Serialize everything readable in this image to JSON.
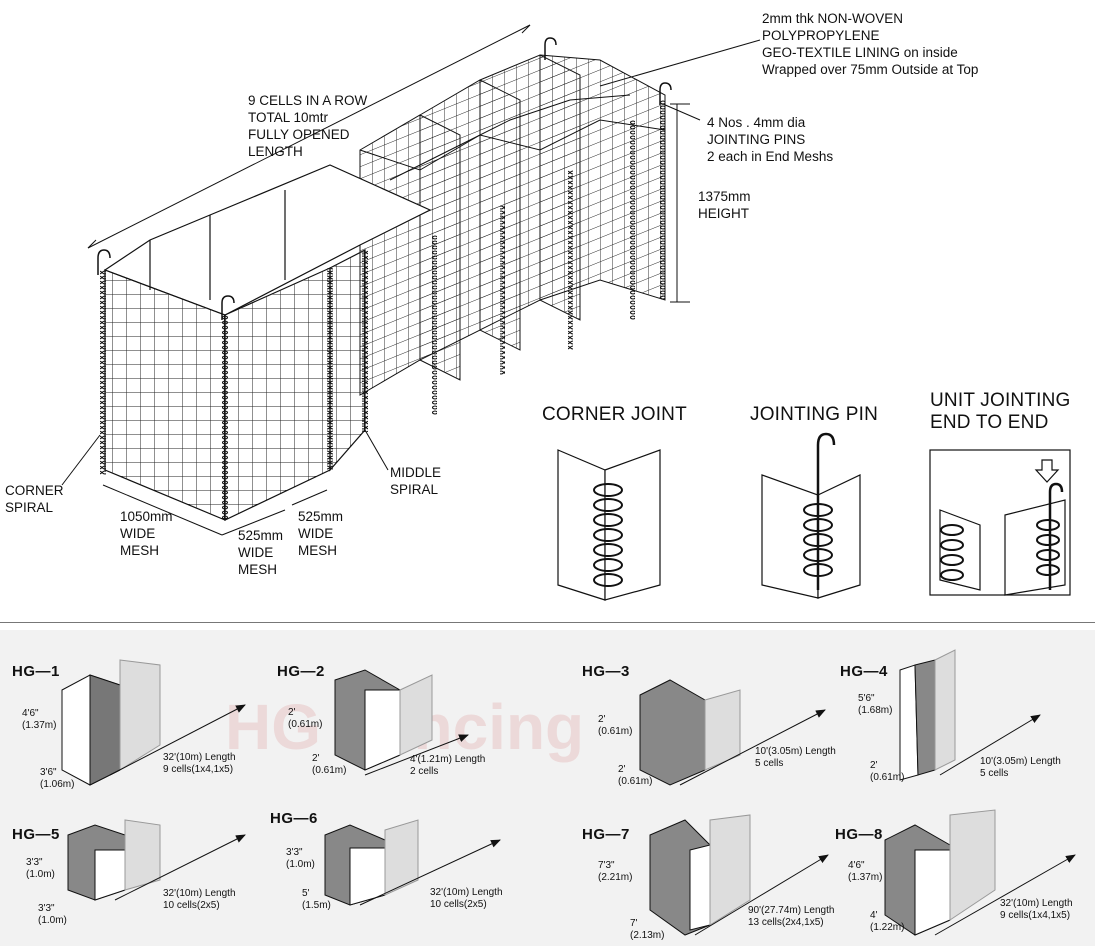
{
  "top": {
    "geotextile_note": "2mm thk NON-WOVEN\nPOLYPROPYLENE\nGEO-TEXTILE LINING on inside\nWrapped over 75mm Outside at Top",
    "cells_note": "9 CELLS IN A ROW\nTOTAL 10mtr\nFULLY OPENED\nLENGTH",
    "pins_note": "4 Nos . 4mm dia\nJOINTING PINS\n2 each in End Meshs",
    "height_note": "1375mm\nHEIGHT",
    "corner_spiral": "CORNER\nSPIRAL",
    "middle_spiral": "MIDDLE\nSPIRAL",
    "wide_mesh_1050": "1050mm\nWIDE\nMESH",
    "wide_mesh_525_a": "525mm\nWIDE\nMESH",
    "wide_mesh_525_b": "525mm\nWIDE\nMESH",
    "detail_corner": "CORNER JOINT",
    "detail_pin": "JOINTING PIN",
    "detail_unit": "UNIT JOINTING\nEND TO END"
  },
  "units": [
    {
      "code": "HG—1",
      "height": "4'6\"\n(1.37m)",
      "width": "3'6\"\n(1.06m)",
      "length": "32'(10m) Length\n9 cells(1x4,1x5)"
    },
    {
      "code": "HG—2",
      "height": "2'\n(0.61m)",
      "width": "2'\n(0.61m)",
      "length": "4'(1.21m) Length\n2 cells"
    },
    {
      "code": "HG—3",
      "height": "2'\n(0.61m)",
      "width": "2'\n(0.61m)",
      "length": "10'(3.05m) Length\n5 cells"
    },
    {
      "code": "HG—4",
      "height": "5'6\"\n(1.68m)",
      "width": "2'\n(0.61m)",
      "length": "10'(3.05m) Length\n5 cells"
    },
    {
      "code": "HG—5",
      "height": "3'3\"\n(1.0m)",
      "width": "3'3\"\n(1.0m)",
      "length": "32'(10m) Length\n10 cells(2x5)"
    },
    {
      "code": "HG—6",
      "height": "3'3\"\n(1.0m)",
      "width": "5'\n(1.5m)",
      "length": "32'(10m) Length\n10 cells(2x5)"
    },
    {
      "code": "HG—7",
      "height": "7'3\"\n(2.21m)",
      "width": "7'\n(2.13m)",
      "length": "90'(27.74m) Length\n13 cells(2x4,1x5)"
    },
    {
      "code": "HG—8",
      "height": "4'6\"\n(1.37m)",
      "width": "4'\n(1.22m)",
      "length": "32'(10m) Length\n9 cells(1x4,1x5)"
    }
  ],
  "watermark": "HG Fencing"
}
